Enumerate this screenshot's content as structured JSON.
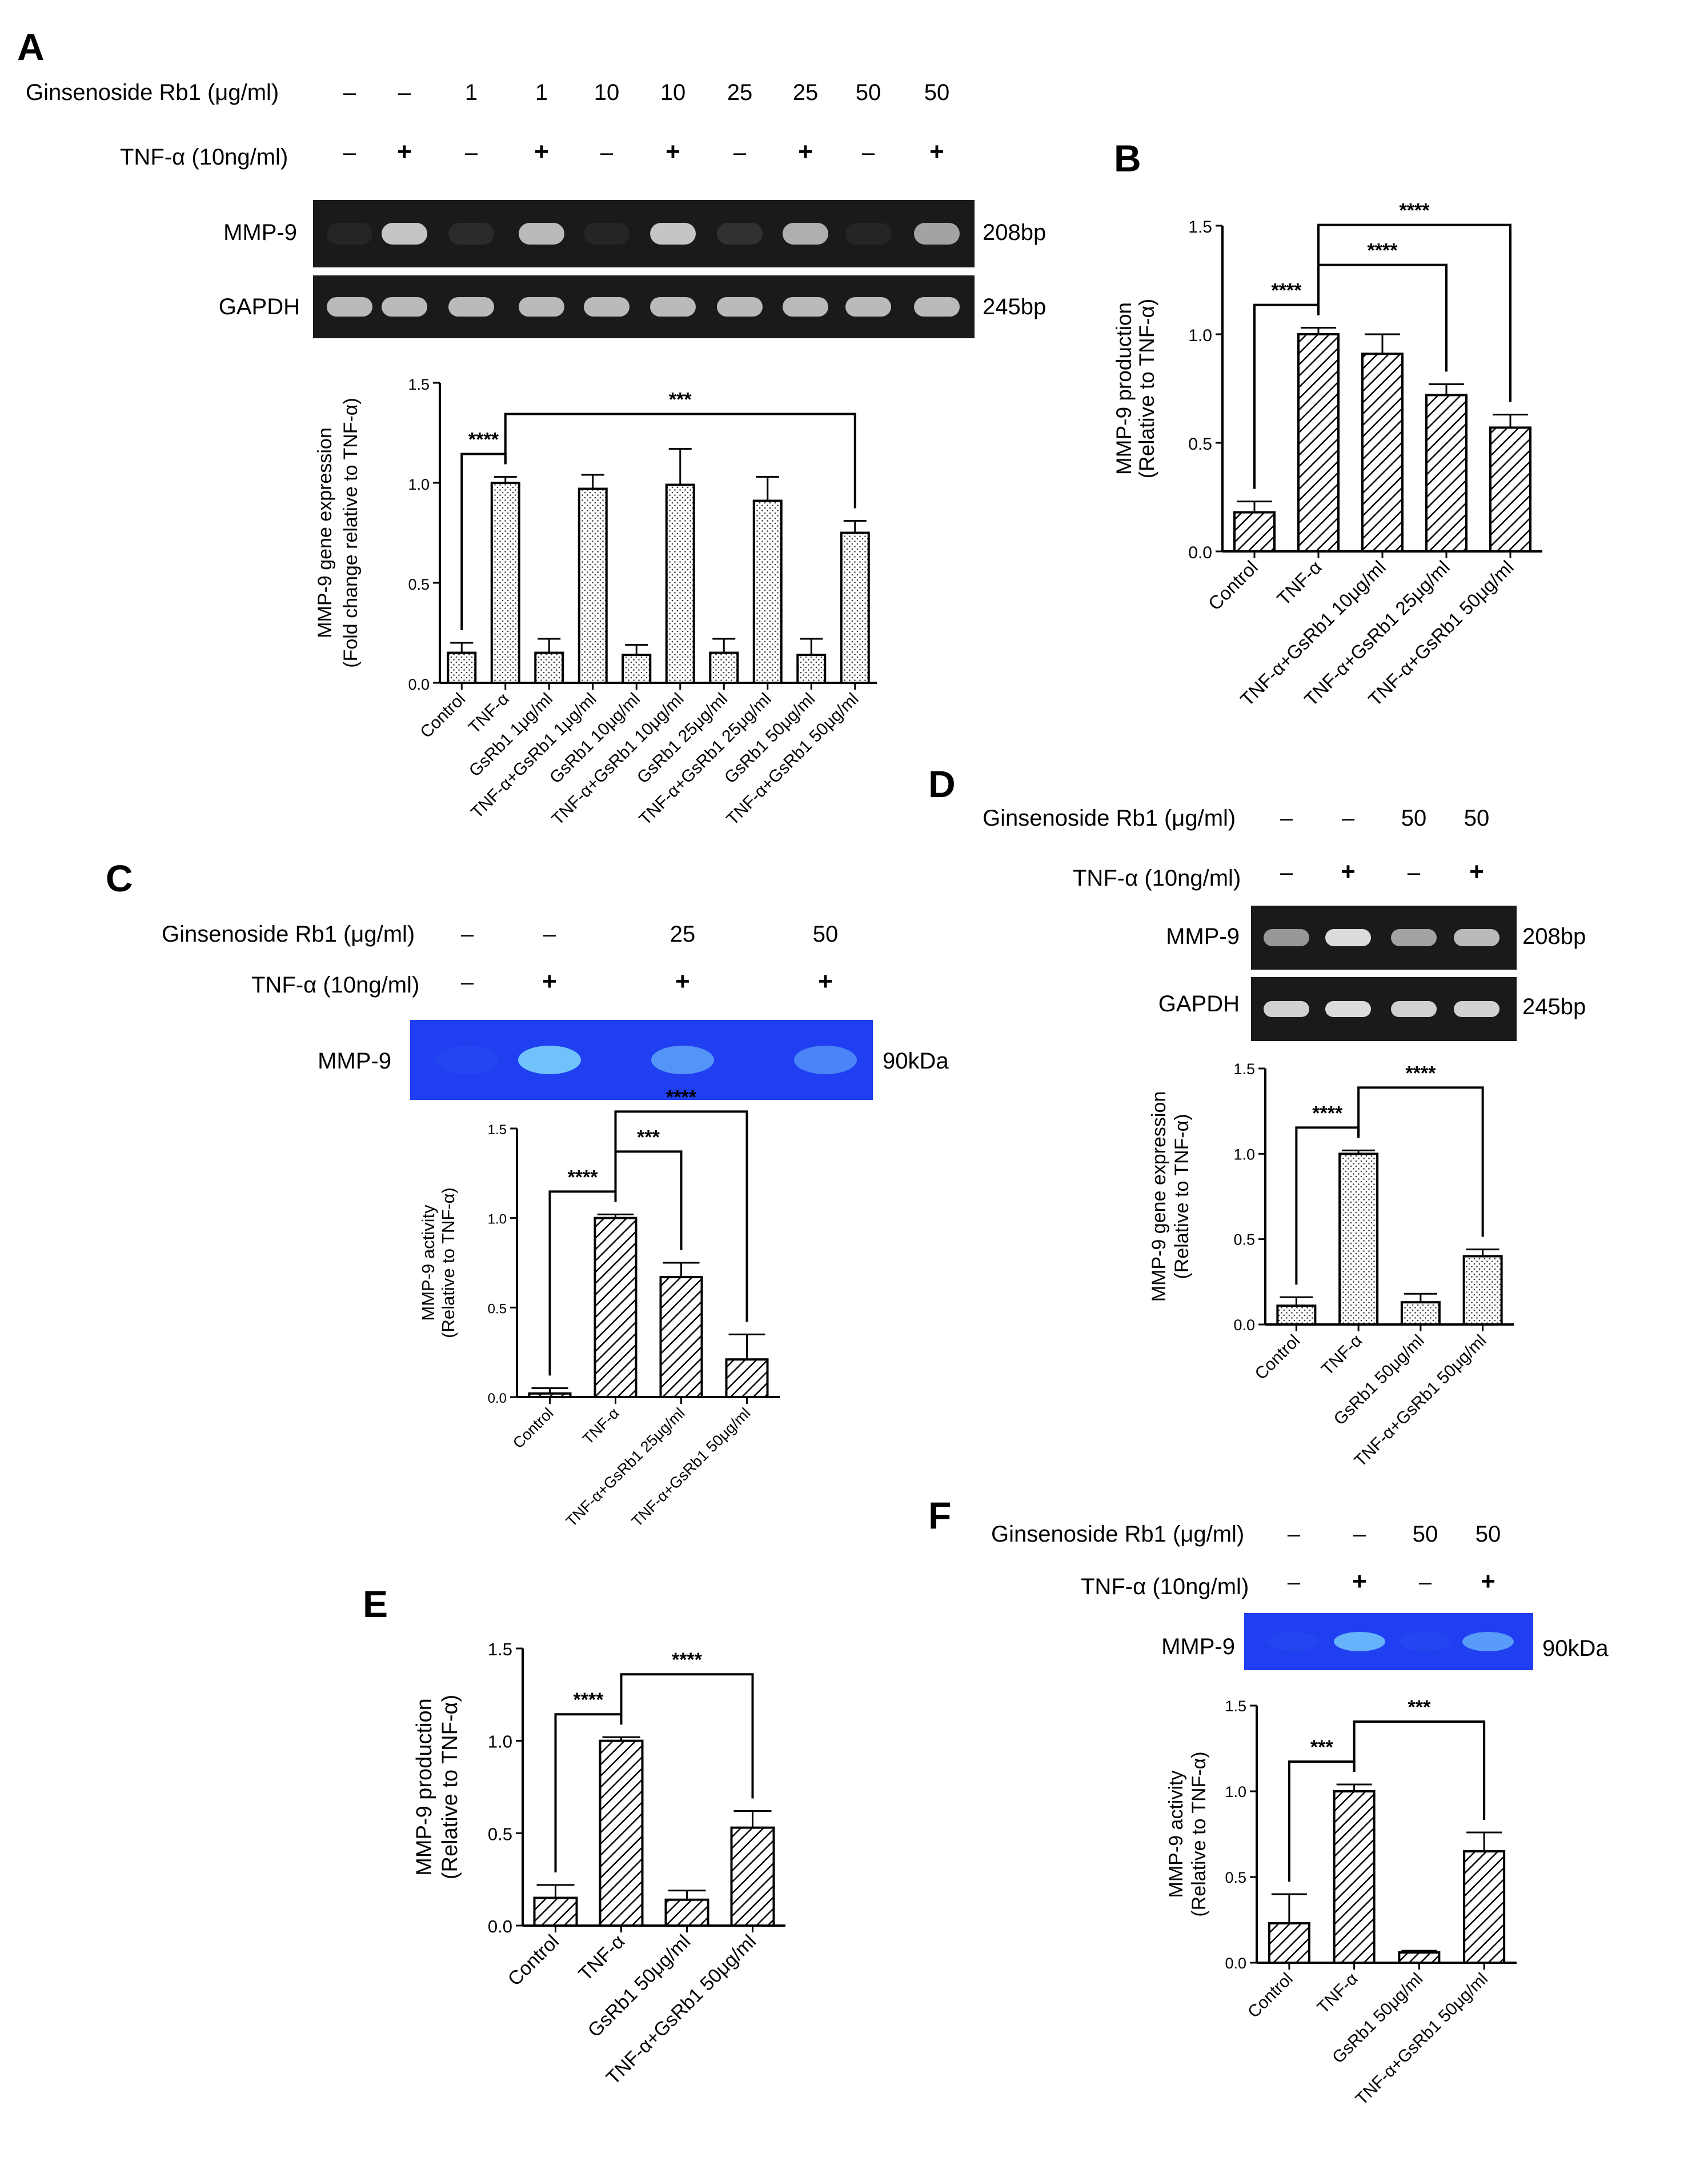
{
  "panels": {
    "A": {
      "letter": "A",
      "header": {
        "row1_label": "Ginsenoside Rb1 (μg/ml)",
        "row1_values": [
          "–",
          "–",
          "1",
          "1",
          "10",
          "10",
          "25",
          "25",
          "50",
          "50"
        ],
        "row2_label": "TNF-α (10ng/ml)",
        "row2_values": [
          "–",
          "+",
          "–",
          "+",
          "–",
          "+",
          "–",
          "+",
          "–",
          "+"
        ]
      },
      "gel": {
        "bands": [
          {
            "name": "MMP-9",
            "size": "208bp",
            "intensity": [
              0.05,
              0.75,
              0.08,
              0.7,
              0.05,
              0.75,
              0.1,
              0.65,
              0.05,
              0.6
            ]
          },
          {
            "name": "GAPDH",
            "size": "245bp",
            "intensity": [
              0.7,
              0.7,
              0.7,
              0.7,
              0.7,
              0.7,
              0.7,
              0.7,
              0.7,
              0.7
            ]
          }
        ]
      }
    },
    "B": {
      "letter": "B"
    },
    "C": {
      "letter": "C",
      "header": {
        "row1_label": "Ginsenoside Rb1 (μg/ml)",
        "row1_values": [
          "–",
          "–",
          "25",
          "50"
        ],
        "row2_label": "TNF-α (10ng/ml)",
        "row2_values": [
          "–",
          "+",
          "+",
          "+"
        ]
      },
      "zymo": {
        "name": "MMP-9",
        "size": "90kDa",
        "intensity": [
          0.05,
          0.85,
          0.55,
          0.45
        ]
      }
    },
    "D": {
      "letter": "D",
      "header": {
        "row1_label": "Ginsenoside Rb1 (μg/ml)",
        "row1_values": [
          "–",
          "–",
          "50",
          "50"
        ],
        "row2_label": "TNF-α (10ng/ml)",
        "row2_values": [
          "–",
          "+",
          "–",
          "+"
        ]
      },
      "gel": {
        "bands": [
          {
            "name": "MMP-9",
            "size": "208bp",
            "intensity": [
              0.55,
              0.85,
              0.6,
              0.7
            ]
          },
          {
            "name": "GAPDH",
            "size": "245bp",
            "intensity": [
              0.8,
              0.85,
              0.8,
              0.8
            ]
          }
        ]
      }
    },
    "E": {
      "letter": "E"
    },
    "F": {
      "letter": "F",
      "header": {
        "row1_label": "Ginsenoside Rb1 (μg/ml)",
        "row1_values": [
          "–",
          "–",
          "50",
          "50"
        ],
        "row2_label": "TNF-α (10ng/ml)",
        "row2_values": [
          "–",
          "+",
          "–",
          "+"
        ]
      },
      "zymo": {
        "name": "MMP-9",
        "size": "90kDa",
        "intensity": [
          0.05,
          0.75,
          0.05,
          0.6
        ]
      }
    }
  },
  "colors": {
    "zymo_bg": "#1f3ff0",
    "zymo_band": "#7fd9ff",
    "gel_bg": "#1a1a1a",
    "gel_band": "#ffffff"
  },
  "chart_data": [
    {
      "id": "A",
      "type": "bar",
      "pattern": "dots",
      "categories": [
        "Control",
        "TNF-α",
        "GsRb1 1μg/ml",
        "TNF-α+GsRb1 1μg/ml",
        "GsRb1 10μg/ml",
        "TNF-α+GsRb1 10μg/ml",
        "GsRb1 25μg/ml",
        "TNF-α+GsRb1 25μg/ml",
        "GsRb1 50μg/ml",
        "TNF-α+GsRb1 50μg/ml"
      ],
      "values": [
        0.15,
        1.0,
        0.15,
        0.97,
        0.14,
        0.99,
        0.15,
        0.91,
        0.14,
        0.75
      ],
      "errors": [
        0.05,
        0.03,
        0.07,
        0.07,
        0.05,
        0.18,
        0.07,
        0.12,
        0.08,
        0.06
      ],
      "ylabel": [
        "MMP-9 gene expression",
        "(Fold change relative to TNF-α)"
      ],
      "ylim": [
        0,
        1.5
      ],
      "yticks": [
        "0.0",
        "0.5",
        "1.0",
        "1.5"
      ],
      "significance": [
        {
          "from": 0,
          "to": 1,
          "label": "****"
        },
        {
          "from": 1,
          "to": 9,
          "label": "***"
        }
      ]
    },
    {
      "id": "B",
      "type": "bar",
      "pattern": "hatch",
      "categories": [
        "Control",
        "TNF-α",
        "TNF-α+GsRb1 10μg/ml",
        "TNF-α+GsRb1 25μg/ml",
        "TNF-α+GsRb1 50μg/ml"
      ],
      "values": [
        0.18,
        1.0,
        0.91,
        0.72,
        0.57
      ],
      "errors": [
        0.05,
        0.03,
        0.09,
        0.05,
        0.06
      ],
      "ylabel": [
        "MMP-9 production",
        "(Relative to TNF-α)"
      ],
      "ylim": [
        0,
        1.5
      ],
      "yticks": [
        "0.0",
        "0.5",
        "1.0",
        "1.5"
      ],
      "significance": [
        {
          "from": 0,
          "to": 1,
          "label": "****"
        },
        {
          "from": 1,
          "to": 3,
          "label": "****"
        },
        {
          "from": 1,
          "to": 4,
          "label": "****"
        }
      ]
    },
    {
      "id": "C",
      "type": "bar",
      "pattern": "hatch",
      "categories": [
        "Control",
        "TNF-α",
        "TNF-α+GsRb1 25μg/ml",
        "TNF-α+GsRb1 50μg/ml"
      ],
      "values": [
        0.02,
        1.0,
        0.67,
        0.21
      ],
      "errors": [
        0.03,
        0.02,
        0.08,
        0.14
      ],
      "ylabel": [
        "MMP-9 activity",
        "(Relative to TNF-α)"
      ],
      "ylim": [
        0,
        1.5
      ],
      "yticks": [
        "0.0",
        "0.5",
        "1.0",
        "1.5"
      ],
      "significance": [
        {
          "from": 0,
          "to": 1,
          "label": "****"
        },
        {
          "from": 1,
          "to": 2,
          "label": "***"
        },
        {
          "from": 1,
          "to": 3,
          "label": "****"
        }
      ]
    },
    {
      "id": "D",
      "type": "bar",
      "pattern": "dots",
      "categories": [
        "Control",
        "TNF-α",
        "GsRb1 50μg/ml",
        "TNF-α+GsRb1 50μg/ml"
      ],
      "values": [
        0.11,
        1.0,
        0.13,
        0.4
      ],
      "errors": [
        0.05,
        0.02,
        0.05,
        0.04
      ],
      "ylabel": [
        "MMP-9 gene expression",
        "(Relative to TNF-α)"
      ],
      "ylim": [
        0,
        1.5
      ],
      "yticks": [
        "0.0",
        "0.5",
        "1.0",
        "1.5"
      ],
      "significance": [
        {
          "from": 0,
          "to": 1,
          "label": "****"
        },
        {
          "from": 1,
          "to": 3,
          "label": "****"
        }
      ]
    },
    {
      "id": "E",
      "type": "bar",
      "pattern": "hatch",
      "categories": [
        "Control",
        "TNF-α",
        "GsRb1 50μg/ml",
        "TNF-α+GsRb1 50μg/ml"
      ],
      "values": [
        0.15,
        1.0,
        0.14,
        0.53
      ],
      "errors": [
        0.07,
        0.02,
        0.05,
        0.09
      ],
      "ylabel": [
        "MMP-9 production",
        "(Relative to TNF-α)"
      ],
      "ylim": [
        0,
        1.5
      ],
      "yticks": [
        "0.0",
        "0.5",
        "1.0",
        "1.5"
      ],
      "significance": [
        {
          "from": 0,
          "to": 1,
          "label": "****"
        },
        {
          "from": 1,
          "to": 3,
          "label": "****"
        }
      ]
    },
    {
      "id": "F",
      "type": "bar",
      "pattern": "hatch",
      "categories": [
        "Control",
        "TNF-α",
        "GsRb1 50μg/ml",
        "TNF-α+GsRb1 50μg/ml"
      ],
      "values": [
        0.23,
        1.0,
        0.06,
        0.65
      ],
      "errors": [
        0.17,
        0.04,
        0.01,
        0.11
      ],
      "ylabel": [
        "MMP-9 activity",
        "(Relative to TNF-α)"
      ],
      "ylim": [
        0,
        1.5
      ],
      "yticks": [
        "0.0",
        "0.5",
        "1.0",
        "1.5"
      ],
      "significance": [
        {
          "from": 0,
          "to": 1,
          "label": "***"
        },
        {
          "from": 1,
          "to": 3,
          "label": "***"
        }
      ]
    }
  ]
}
